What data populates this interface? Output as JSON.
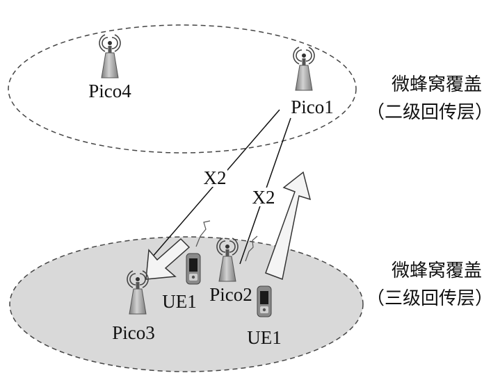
{
  "layers": {
    "upper": {
      "name": "微蜂窝覆盖",
      "level": "（二级回传层）"
    },
    "lower": {
      "name": "微蜂窝覆盖",
      "level": "（三级回传层）"
    }
  },
  "nodes": {
    "pico1": "Pico1",
    "pico2": "Pico2",
    "pico3": "Pico3",
    "pico4": "Pico4",
    "ue_left": "UE1",
    "ue_right": "UE1"
  },
  "links": {
    "x2_left": "X2",
    "x2_right": "X2"
  },
  "colors": {
    "lower_fill": "#d9d9d9",
    "tower_gray": "#9a9a9a",
    "arrow_fill": "#f4f4f4",
    "outline": "#333333"
  }
}
